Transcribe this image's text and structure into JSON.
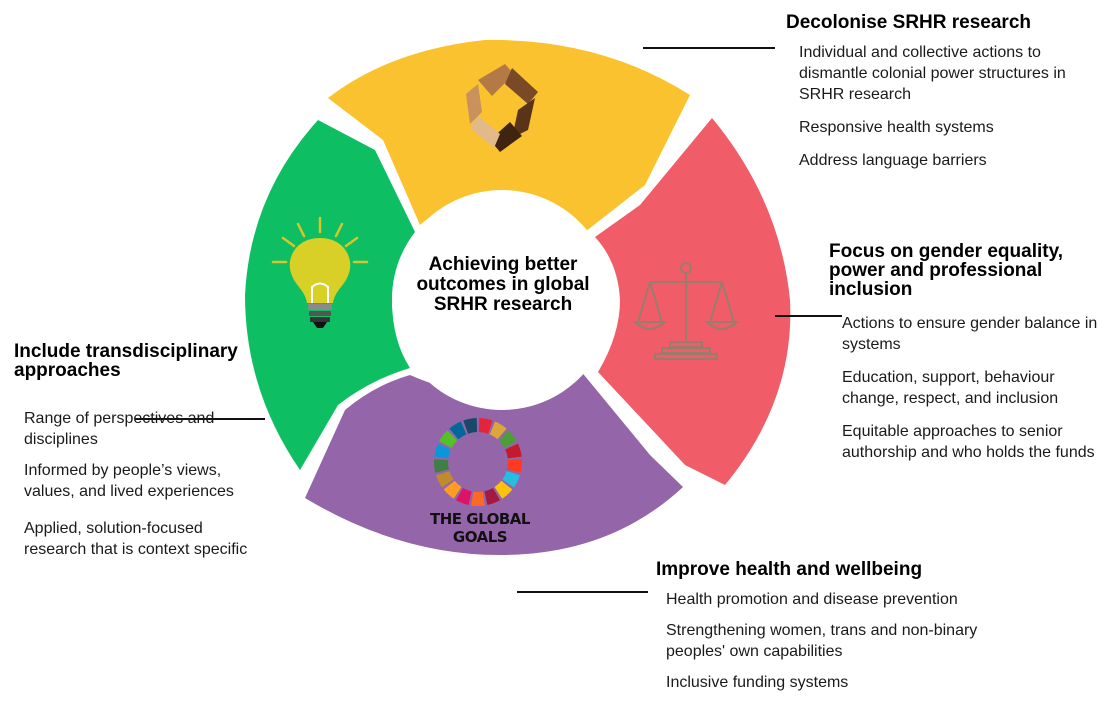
{
  "center": {
    "title": "Achieving better outcomes in global SRHR research"
  },
  "colors": {
    "yellow": "#F9C22E",
    "red": "#F05D69",
    "purple": "#9465A9",
    "green": "#0DBF62"
  },
  "segments": [
    {
      "id": "yellow",
      "icon": "hands-circle-icon"
    },
    {
      "id": "red",
      "icon": "scales-of-justice-icon"
    },
    {
      "id": "purple",
      "icon": "global-goals-wheel-icon",
      "caption": "THE GLOBAL GOALS"
    },
    {
      "id": "green",
      "icon": "lightbulb-icon"
    }
  ],
  "decolonise": {
    "heading": "Decolonise SRHR research",
    "items": [
      "Individual and collective actions to dismantle colonial power structures in SRHR research",
      "Responsive health systems",
      "Address language barriers"
    ]
  },
  "gender": {
    "heading": "Focus on gender equality, power and professional inclusion",
    "items": [
      "Actions to ensure gender balance in systems",
      "Education, support, behaviour change, respect, and inclusion",
      "Equitable approaches to senior authorship and who holds the funds"
    ]
  },
  "health": {
    "heading": "Improve health and wellbeing",
    "items": [
      "Health promotion and disease prevention",
      "Strengthening women, trans and non-binary peoples' own capabilities",
      "Inclusive funding systems"
    ]
  },
  "transdisciplinary": {
    "heading": "Include transdisciplinary approaches",
    "items": [
      "Range of perspectives and disciplines",
      "Informed by people’s views, values, and lived experiences",
      "Applied, solution-focused research that is context specific"
    ]
  }
}
